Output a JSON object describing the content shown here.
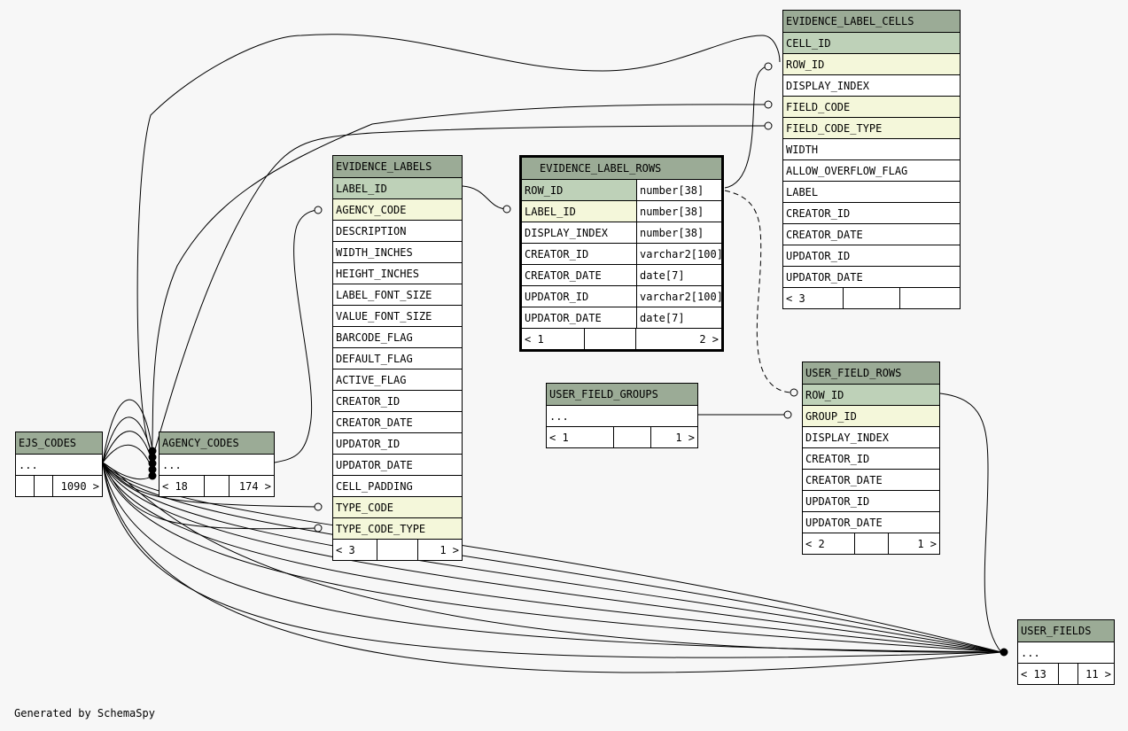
{
  "tables": {
    "evidence_label_cells": {
      "name": "EVIDENCE_LABEL_CELLS",
      "columns": [
        "CELL_ID",
        "ROW_ID",
        "DISPLAY_INDEX",
        "FIELD_CODE",
        "FIELD_CODE_TYPE",
        "WIDTH",
        "ALLOW_OVERFLOW_FLAG",
        "LABEL",
        "CREATOR_ID",
        "CREATOR_DATE",
        "UPDATOR_ID",
        "UPDATOR_DATE"
      ],
      "footer": [
        "< 3",
        "",
        ""
      ]
    },
    "evidence_labels": {
      "name": "EVIDENCE_LABELS",
      "columns": [
        "LABEL_ID",
        "AGENCY_CODE",
        "DESCRIPTION",
        "WIDTH_INCHES",
        "HEIGHT_INCHES",
        "LABEL_FONT_SIZE",
        "VALUE_FONT_SIZE",
        "BARCODE_FLAG",
        "DEFAULT_FLAG",
        "ACTIVE_FLAG",
        "CREATOR_ID",
        "CREATOR_DATE",
        "UPDATOR_ID",
        "UPDATOR_DATE",
        "CELL_PADDING",
        "TYPE_CODE",
        "TYPE_CODE_TYPE"
      ],
      "footer": [
        "< 3",
        "",
        "1 >"
      ]
    },
    "evidence_label_rows": {
      "name": "EVIDENCE_LABEL_ROWS",
      "columns": [
        "ROW_ID",
        "LABEL_ID",
        "DISPLAY_INDEX",
        "CREATOR_ID",
        "CREATOR_DATE",
        "UPDATOR_ID",
        "UPDATOR_DATE"
      ],
      "types": [
        "number[38]",
        "number[38]",
        "number[38]",
        "varchar2[100]",
        "date[7]",
        "varchar2[100]",
        "date[7]"
      ],
      "footer": [
        "< 1",
        "",
        "2 >"
      ]
    },
    "user_field_groups": {
      "name": "USER_FIELD_GROUPS",
      "columns": [
        "..."
      ],
      "footer": [
        "< 1",
        "",
        "1 >"
      ]
    },
    "user_field_rows": {
      "name": "USER_FIELD_ROWS",
      "columns": [
        "ROW_ID",
        "GROUP_ID",
        "DISPLAY_INDEX",
        "CREATOR_ID",
        "CREATOR_DATE",
        "UPDATOR_ID",
        "UPDATOR_DATE"
      ],
      "footer": [
        "< 2",
        "",
        "1 >"
      ]
    },
    "ejs_codes": {
      "name": "EJS_CODES",
      "columns": [
        "..."
      ],
      "footer": [
        "",
        "",
        "1090 >"
      ]
    },
    "agency_codes": {
      "name": "AGENCY_CODES",
      "columns": [
        "..."
      ],
      "footer": [
        "< 18",
        "",
        "174 >"
      ]
    },
    "user_fields": {
      "name": "USER_FIELDS",
      "columns": [
        "..."
      ],
      "footer": [
        "< 13",
        "",
        "11 >"
      ]
    }
  },
  "footer_text": "Generated by SchemaSpy",
  "colors": {
    "header": "#9bab96",
    "primary_key": "#bed1b8",
    "foreign_key": "#f4f7da",
    "background": "#f7f7f7"
  }
}
